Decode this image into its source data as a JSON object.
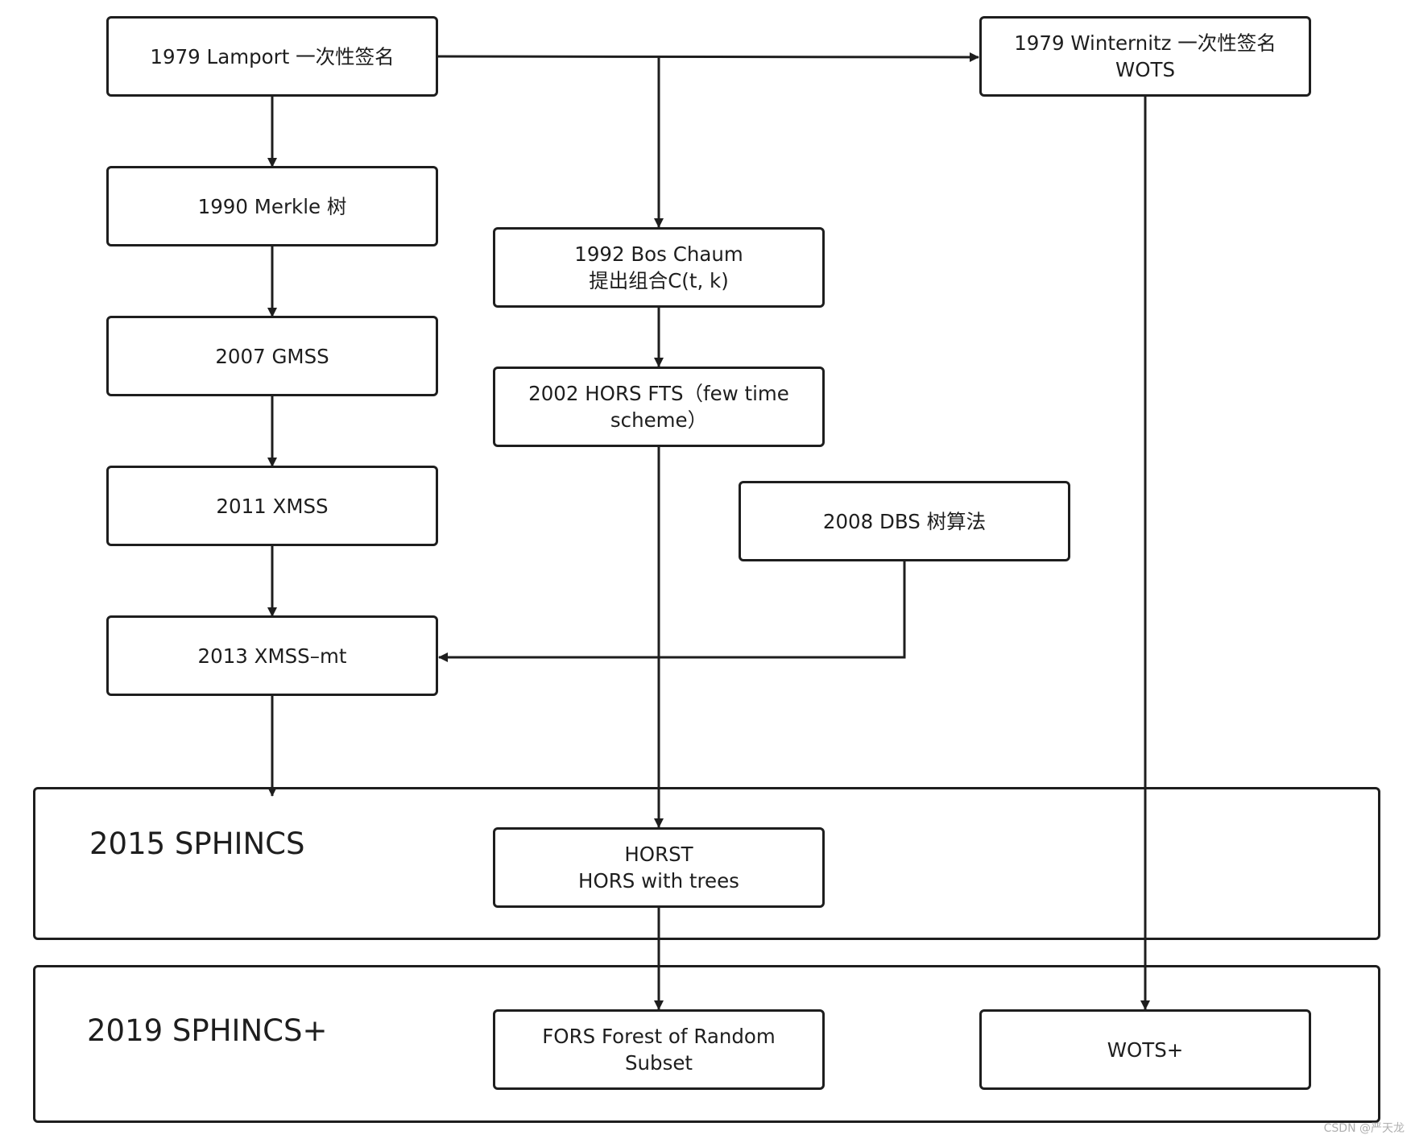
{
  "nodes": {
    "lamport": "1979 Lamport 一次性签名",
    "winternitz": "1979 Winternitz 一次性签名\nWOTS",
    "merkle": "1990 Merkle 树",
    "bos_chaum": "1992 Bos Chaum\n提出组合C(t, k)",
    "gmss": "2007 GMSS",
    "hors": "2002 HORS FTS（few time\nscheme）",
    "xmss": "2011 XMSS",
    "dbs": "2008 DBS 树算法",
    "xmss_mt": "2013 XMSS–mt",
    "horst": "HORST\nHORS with trees",
    "fors": "FORS Forest of Random\nSubset",
    "wots_plus": "WOTS+"
  },
  "groups": {
    "sphincs": "2015 SPHINCS",
    "sphincs_plus": "2019 SPHINCS+"
  },
  "watermark": "CSDN @严天龙",
  "colors": {
    "line": "#1e1e1e",
    "background": "#ffffff"
  }
}
